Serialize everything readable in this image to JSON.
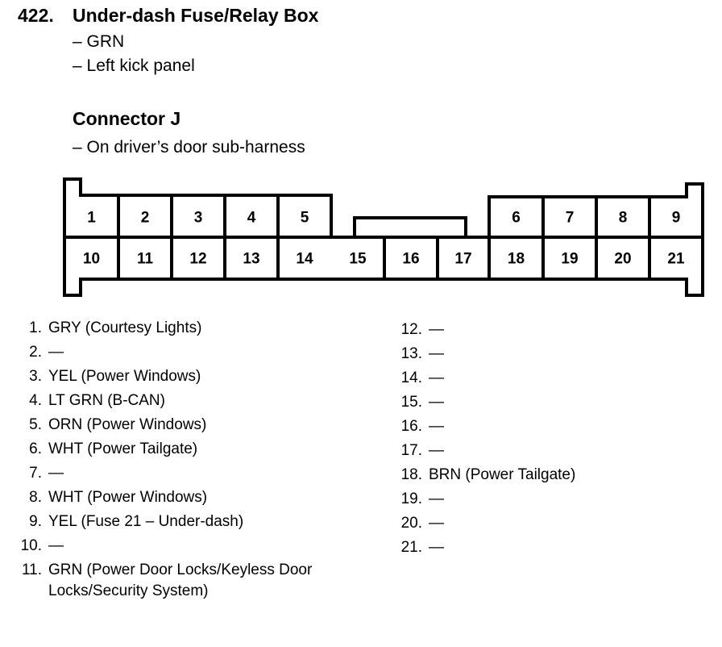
{
  "header": {
    "number": "422.",
    "title": "Under-dash Fuse/Relay Box",
    "color_line": "– GRN",
    "location_line": "– Left kick panel"
  },
  "connector": {
    "title": "Connector J",
    "location_line": "– On driver’s door sub-harness",
    "top_row": [
      "1",
      "2",
      "3",
      "4",
      "5",
      "6",
      "7",
      "8",
      "9"
    ],
    "bottom_row": [
      "10",
      "11",
      "12",
      "13",
      "14",
      "15",
      "16",
      "17",
      "18",
      "19",
      "20",
      "21"
    ]
  },
  "pins_left": [
    {
      "num": "1.",
      "desc": "GRY (Courtesy Lights)"
    },
    {
      "num": "2.",
      "desc": "—"
    },
    {
      "num": "3.",
      "desc": "YEL (Power Windows)"
    },
    {
      "num": "4.",
      "desc": "LT GRN (B-CAN)"
    },
    {
      "num": "5.",
      "desc": "ORN (Power Windows)"
    },
    {
      "num": "6.",
      "desc": "WHT (Power Tailgate)"
    },
    {
      "num": "7.",
      "desc": "—"
    },
    {
      "num": "8.",
      "desc": "WHT (Power Windows)"
    },
    {
      "num": "9.",
      "desc": "YEL (Fuse 21 – Under-dash)"
    },
    {
      "num": "10.",
      "desc": "—"
    },
    {
      "num": "11.",
      "desc": "GRN (Power Door Locks/Keyless Door"
    },
    {
      "num": "",
      "desc": "Locks/Security System)"
    }
  ],
  "pins_right": [
    {
      "num": "12.",
      "desc": "—"
    },
    {
      "num": "13.",
      "desc": "—"
    },
    {
      "num": "14.",
      "desc": "—"
    },
    {
      "num": "15.",
      "desc": "—"
    },
    {
      "num": "16.",
      "desc": "—"
    },
    {
      "num": "17.",
      "desc": "—"
    },
    {
      "num": "18.",
      "desc": "BRN (Power Tailgate)"
    },
    {
      "num": "19.",
      "desc": "—"
    },
    {
      "num": "20.",
      "desc": "—"
    },
    {
      "num": "21.",
      "desc": "—"
    }
  ]
}
